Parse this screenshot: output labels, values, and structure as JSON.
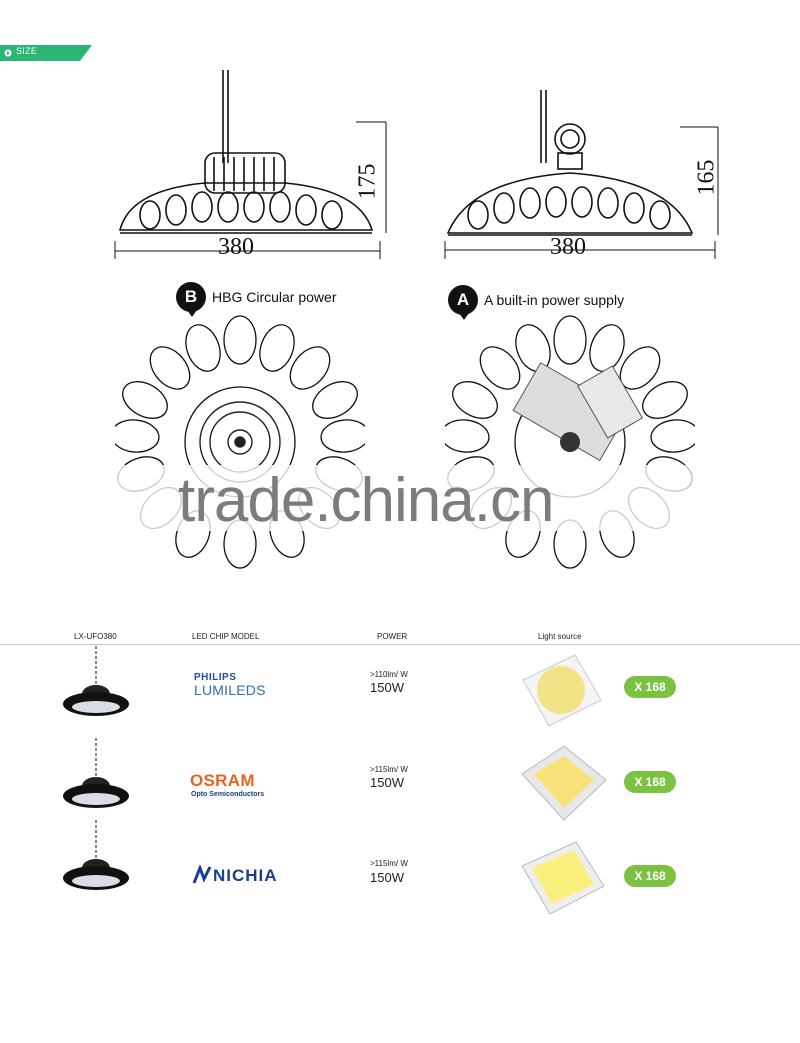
{
  "section_tag": {
    "label": "SIZE",
    "color": "#2ab673"
  },
  "dimensions": {
    "left": {
      "width": "380",
      "height": "175"
    },
    "right": {
      "width": "380",
      "height": "165"
    }
  },
  "captions": {
    "left": {
      "badge": "B",
      "text": "HBG Circular power"
    },
    "right": {
      "badge": "A",
      "text": "A built-in power supply"
    }
  },
  "watermark": "trade.china.cn",
  "table": {
    "headers": [
      "LX-UFO380",
      "LED CHIP MODEL",
      "POWER",
      "Light source"
    ],
    "rows": [
      {
        "brand_line1": "PHILIPS",
        "brand_line2": "LUMILEDS",
        "efficacy": ">110lm/ W",
        "power": "150W",
        "quantity": "X 168"
      },
      {
        "brand_line1": "OSRAM",
        "brand_line2": "Opto Semiconductors",
        "efficacy": ">115lm/ W",
        "power": "150W",
        "quantity": "X 168"
      },
      {
        "brand_line1": "NICHIA",
        "brand_line2": "",
        "efficacy": ">115lm/ W",
        "power": "150W",
        "quantity": "X 168"
      }
    ]
  },
  "colors": {
    "accent": "#2ab673",
    "badge_green": "#7cc242",
    "osram": "#e8641c",
    "philips": "#1b4e9b",
    "nichia": "#1b3d8f"
  }
}
